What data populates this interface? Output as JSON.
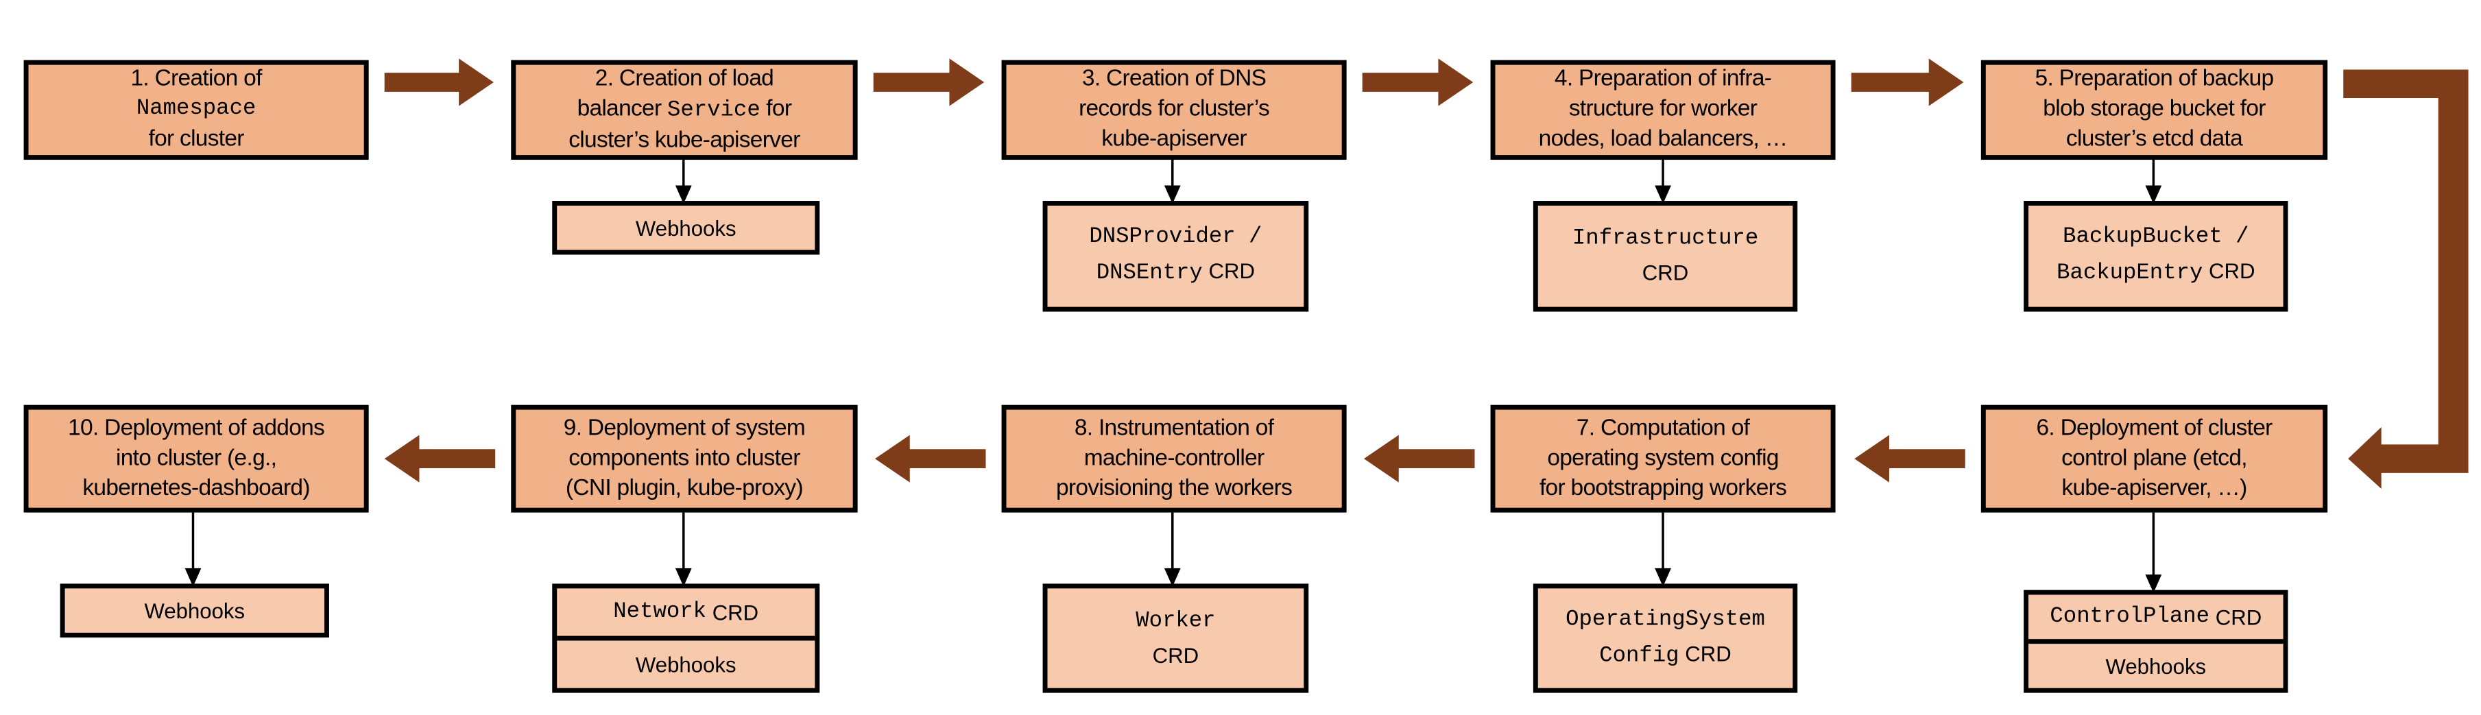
{
  "colors": {
    "step_fill": "#F1B28A",
    "resource_fill": "#F7CAAE",
    "flow_arrow": "#7F3C18",
    "border": "#000000"
  },
  "steps": [
    {
      "lines": [
        [
          "1. Creation of"
        ],
        [
          "Namespace"
        ],
        [
          "for cluster"
        ]
      ]
    },
    {
      "lines": [
        [
          "2. Creation of load"
        ],
        [
          "balancer ",
          "Service",
          " for"
        ],
        [
          "cluster’s kube-apiserver"
        ]
      ]
    },
    {
      "lines": [
        [
          "3. Creation of DNS"
        ],
        [
          "records for cluster’s"
        ],
        [
          "kube-apiserver"
        ]
      ]
    },
    {
      "lines": [
        [
          "4. Preparation of infra-"
        ],
        [
          "structure for worker"
        ],
        [
          "nodes, load balancers, …"
        ]
      ]
    },
    {
      "lines": [
        [
          "5. Preparation of backup"
        ],
        [
          "blob storage bucket for"
        ],
        [
          "cluster’s etcd data"
        ]
      ]
    },
    {
      "lines": [
        [
          "6. Deployment of cluster"
        ],
        [
          "control plane (etcd,"
        ],
        [
          "kube-apiserver, …)"
        ]
      ]
    },
    {
      "lines": [
        [
          "7. Computation of"
        ],
        [
          "operating system config"
        ],
        [
          "for bootstrapping workers"
        ]
      ]
    },
    {
      "lines": [
        [
          "8. Instrumentation of"
        ],
        [
          "machine-controller"
        ],
        [
          "provisioning the workers"
        ]
      ]
    },
    {
      "lines": [
        [
          "9. Deployment of system"
        ],
        [
          "components into cluster"
        ],
        [
          "(CNI plugin, kube-proxy)"
        ]
      ]
    },
    {
      "lines": [
        [
          "10. Deployment of addons"
        ],
        [
          "into cluster (e.g.,"
        ],
        [
          "kubernetes-dashboard)"
        ]
      ]
    }
  ],
  "resources": {
    "s2": {
      "webhooks": "Webhooks"
    },
    "s3": {
      "code1": "DNSProvider /",
      "code2": "DNSEntry",
      "crd": "CRD"
    },
    "s4": {
      "code": "Infrastructure",
      "crd": "CRD"
    },
    "s5": {
      "code1": "BackupBucket /",
      "code2": "BackupEntry",
      "crd": "CRD"
    },
    "s6": {
      "code": "ControlPlane",
      "crd": "CRD",
      "webhooks": "Webhooks"
    },
    "s7": {
      "code1": "OperatingSystem",
      "code2": "Config",
      "crd": "CRD"
    },
    "s8": {
      "code": "Worker",
      "crd": "CRD"
    },
    "s9": {
      "code": "Network",
      "crd": "CRD",
      "webhooks": "Webhooks"
    },
    "s10": {
      "webhooks": "Webhooks"
    }
  }
}
